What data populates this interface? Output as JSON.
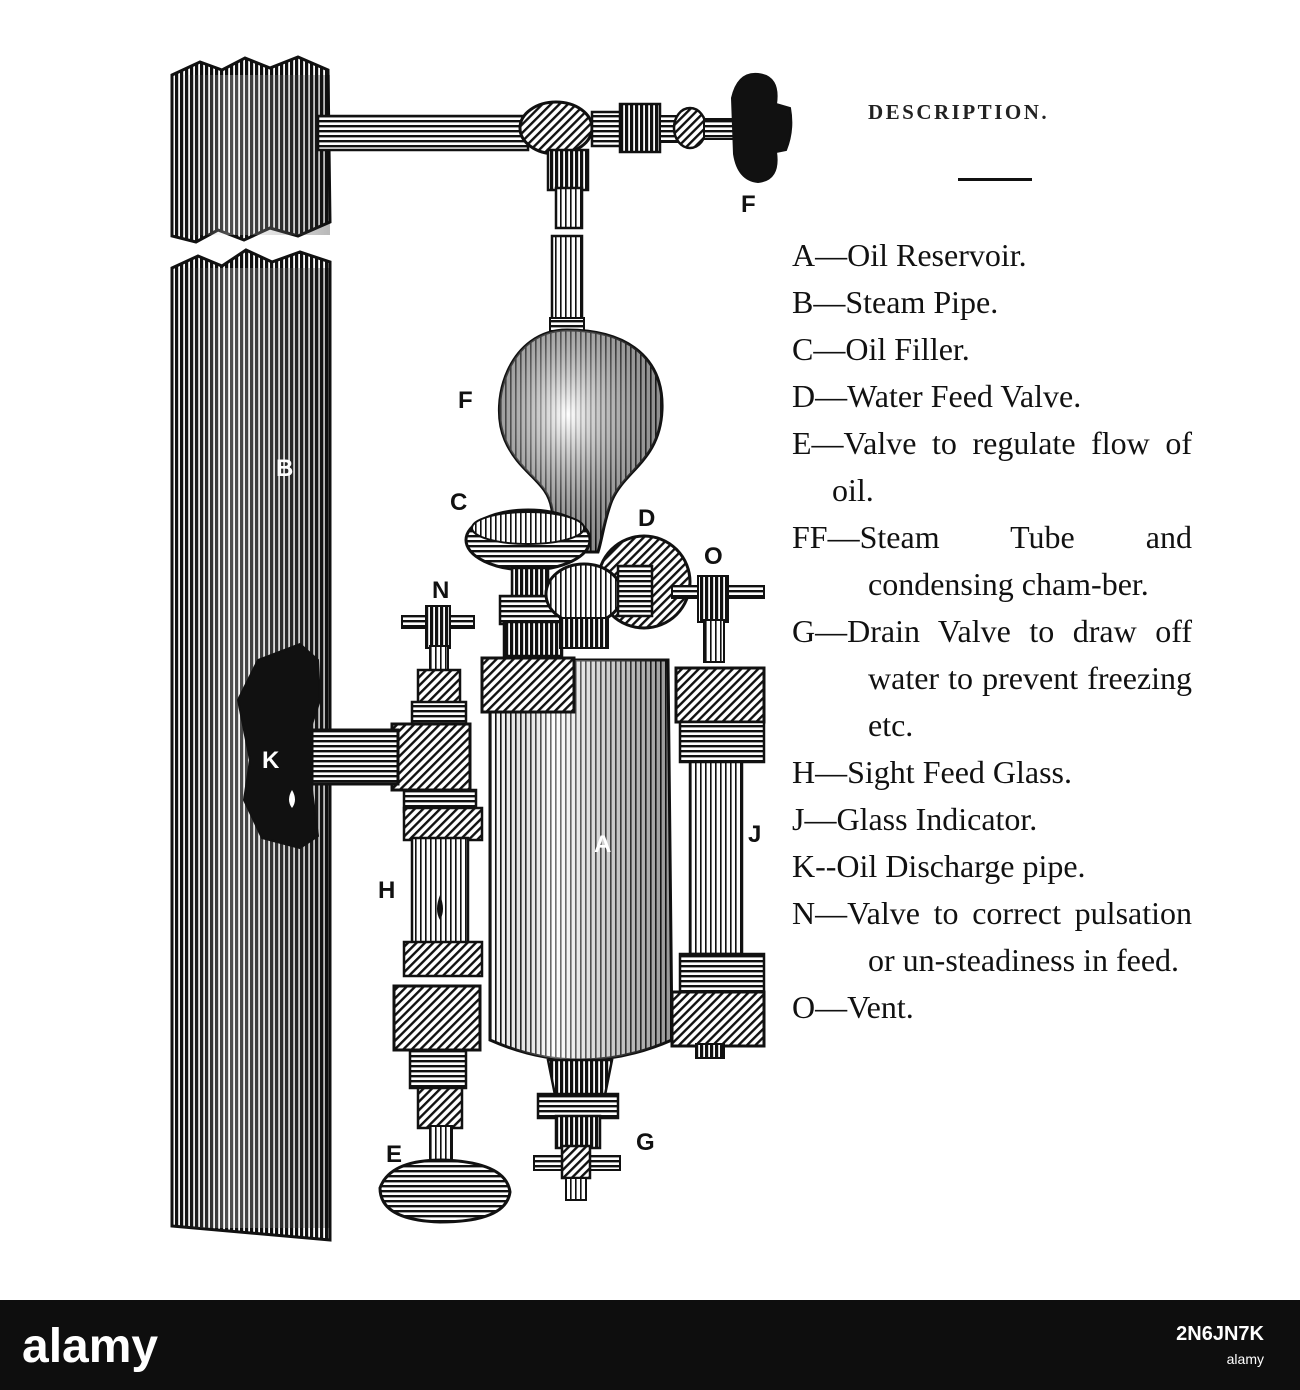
{
  "heading": "DESCRIPTION.",
  "legend": [
    {
      "key": "A",
      "dash": "—",
      "text": "Oil Reservoir."
    },
    {
      "key": "B",
      "dash": "—",
      "text": "Steam Pipe."
    },
    {
      "key": "C",
      "dash": "—",
      "text": "Oil Filler."
    },
    {
      "key": "D",
      "dash": "—",
      "text": "Water Feed Valve."
    },
    {
      "key": "E",
      "dash": "—",
      "text": "Valve to regulate flow of oil."
    },
    {
      "key": "FF",
      "dash": "—",
      "text": "Steam Tube and condensing cham-ber."
    },
    {
      "key": "G",
      "dash": "—",
      "text": "Drain Valve to draw off water to prevent freezing etc."
    },
    {
      "key": "H",
      "dash": "—",
      "text": "Sight Feed Glass."
    },
    {
      "key": "J",
      "dash": "—",
      "text": "Glass Indicator."
    },
    {
      "key": "K",
      "dash": "--",
      "text": "Oil Discharge pipe."
    },
    {
      "key": "N",
      "dash": "—",
      "text": "Valve to correct pulsation or un-steadiness in feed."
    },
    {
      "key": "O",
      "dash": "—",
      "text": "Vent."
    }
  ],
  "diagram_labels": {
    "F_top": "F",
    "F": "F",
    "B": "B",
    "C": "C",
    "D": "D",
    "N": "N",
    "O": "O",
    "K": "K",
    "A": "A",
    "H": "H",
    "J": "J",
    "E": "E",
    "G": "G"
  },
  "watermark": {
    "brand": "alamy",
    "image_id": "2N6JN7K"
  },
  "colors": {
    "ink": "#111111",
    "paper": "#ffffff",
    "footer": "#0e0e0e"
  }
}
